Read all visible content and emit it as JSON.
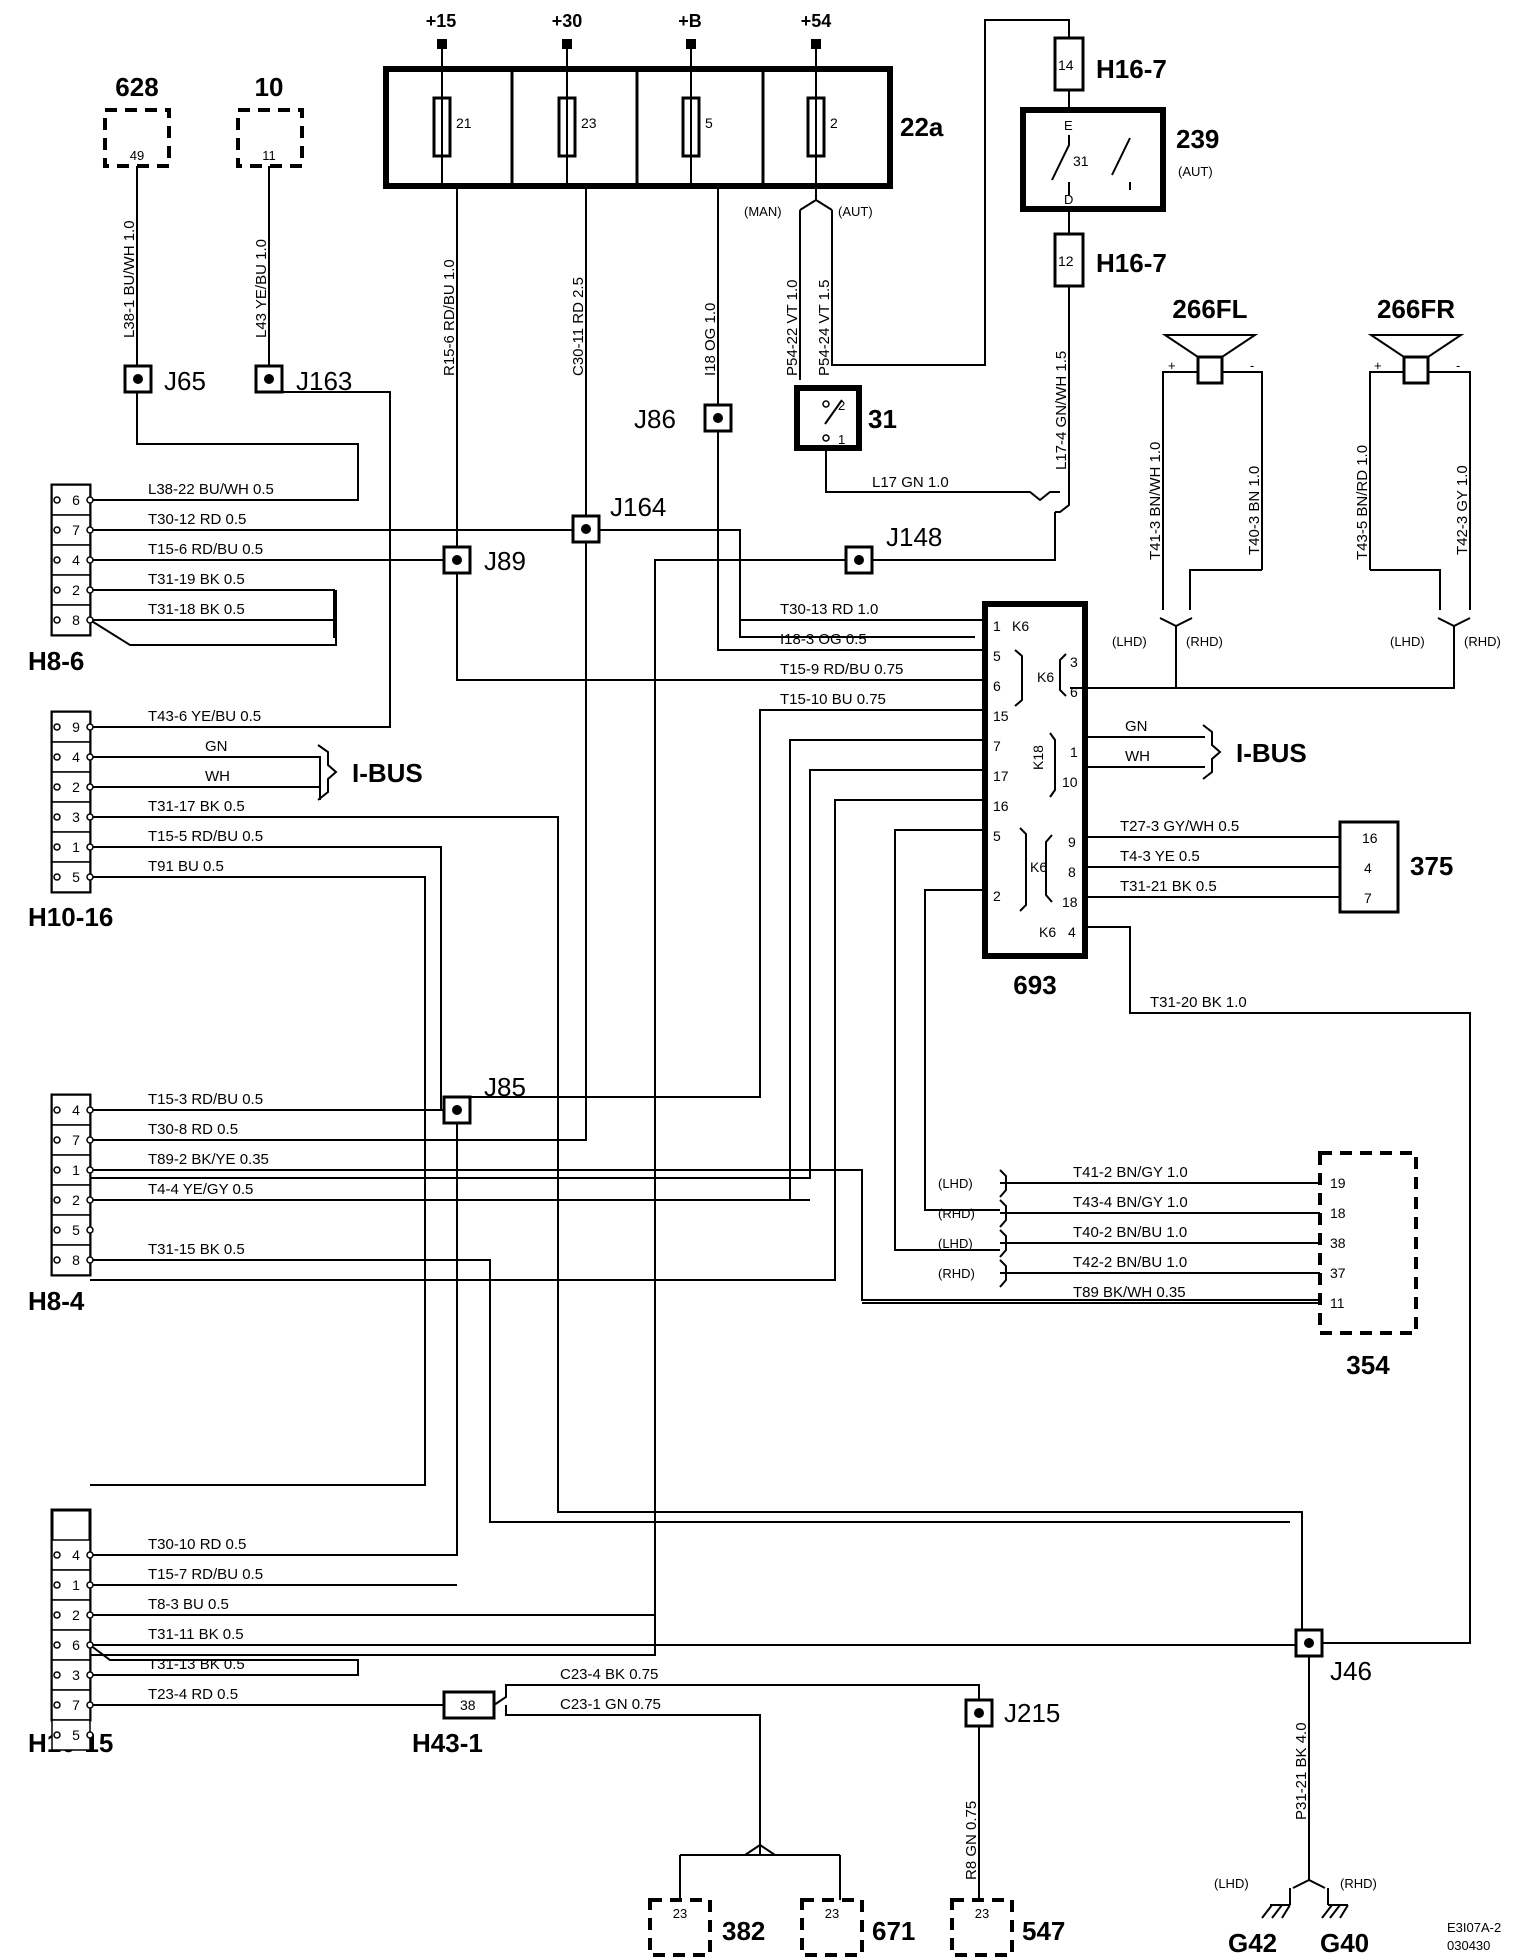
{
  "power": {
    "p15": "+15",
    "p30": "+30",
    "pB": "+B",
    "p54": "+54"
  },
  "fuse_box": {
    "id": "22a",
    "fuses": [
      "21",
      "23",
      "5",
      "2"
    ]
  },
  "switch_239": {
    "id": "239",
    "mode": "(AUT)",
    "pin_e": "E",
    "pin_d": "D",
    "pin_31": "31"
  },
  "connector_h16_7": {
    "name": "H16-7",
    "pin_top": "14",
    "pin_bottom": "12"
  },
  "fuse_labels": {
    "man": "(MAN)",
    "aut": "(AUT)"
  },
  "speakers": {
    "left": "266FL",
    "right": "266FR"
  },
  "switch_31": {
    "id": "31",
    "pin_2": "2",
    "pin_1": "1"
  },
  "top_components": [
    {
      "id": "628",
      "pin": "49"
    },
    {
      "id": "10",
      "pin": "11"
    }
  ],
  "junctions": [
    "J65",
    "J163",
    "J86",
    "J164",
    "J89",
    "J148",
    "J85",
    "J46",
    "J215"
  ],
  "vertical_wires": [
    "L38-1  BU/WH  1.0",
    "L43  YE/BU  1.0",
    "R15-6  RD/BU  1.0",
    "C30-11  RD  2.5",
    "I18  OG  1.0",
    "P54-22  VT  1.0",
    "P54-24  VT  1.5",
    "L17-4  GN/WH  1.5",
    "T41-3  BN/WH  1.0",
    "T40-3  BN  1.0",
    "T43-5  BN/RD  1.0",
    "T42-3  GY  1.0",
    "R8  GN  0.75",
    "P31-21  BK  4.0"
  ],
  "l17_wire": "L17   GN   1.0",
  "h8_6": {
    "name": "H8-6",
    "pins": [
      "6",
      "7",
      "4",
      "2",
      "8"
    ],
    "wires": [
      "L38-22   BU/WH   0.5",
      "T30-12   RD   0.5",
      "T15-6   RD/BU   0.5",
      "T31-19   BK   0.5",
      "T31-18   BK   0.5"
    ]
  },
  "h10_16": {
    "name": "H10-16",
    "pins": [
      "9",
      "4",
      "2",
      "3",
      "1",
      "5"
    ],
    "wires": [
      "T43-6   YE/BU   0.5",
      "GN",
      "WH",
      "T31-17   BK   0.5",
      "T15-5   RD/BU   0.5",
      "T91   BU   0.5"
    ]
  },
  "ibus_label": "I-BUS",
  "ecu": {
    "id": "693",
    "left_pins": [
      "1",
      "5",
      "6",
      "15",
      "7",
      "17",
      "16",
      "5",
      "2"
    ],
    "left_wires": [
      "T30-13   RD   1.0",
      "I18-3   OG   0.5",
      "T15-9   RD/BU   0.75",
      "T15-10   BU   0.75"
    ],
    "right_pins": [
      "3",
      "6",
      "1",
      "10",
      "9",
      "8",
      "18",
      "4"
    ],
    "right_wires": [
      "GN",
      "WH",
      "T27-3   GY/WH   0.5",
      "T4-3   YE   0.5",
      "T31-21   BK   0.5",
      "T31-20   BK   1.0"
    ],
    "connectors": [
      "K6",
      "K6",
      "K18",
      "K6",
      "K6"
    ]
  },
  "speaker_labels": {
    "lhd": "(LHD)",
    "rhd": "(RHD)"
  },
  "connector_375": {
    "id": "375",
    "pins": [
      "16",
      "4",
      "7"
    ]
  },
  "h8_4": {
    "name": "H8-4",
    "pins": [
      "4",
      "7",
      "1",
      "2",
      "5",
      "8"
    ],
    "wires": [
      "T15-3   RD/BU   0.5",
      "T30-8   RD   0.5",
      "T89-2   BK/YE   0.35",
      "T4-4   YE/GY   0.5",
      "T31-15   BK   0.5"
    ]
  },
  "unit_354": {
    "id": "354",
    "pins": [
      "19",
      "18",
      "38",
      "37",
      "11"
    ],
    "variants": [
      "(LHD)",
      "(RHD)",
      "(LHD)",
      "(RHD)"
    ],
    "wires": [
      "T41-2   BN/GY   1.0",
      "T43-4   BN/GY   1.0",
      "T40-2   BN/BU   1.0",
      "T42-2   BN/BU   1.0",
      "T89   BK/WH   0.35"
    ]
  },
  "h10_15": {
    "name": "H10-15",
    "pins": [
      "4",
      "1",
      "2",
      "6",
      "3",
      "7",
      "5"
    ],
    "wires": [
      "T30-10   RD   0.5",
      "T15-7   RD/BU   0.5",
      "T8-3   BU   0.5",
      "T31-11   BK   0.5",
      "T31-13   BK   0.5",
      "T23-4   RD   0.5"
    ]
  },
  "h43_1": {
    "name": "H43-1",
    "pin": "38",
    "wires": [
      "C23-4   BK   0.75",
      "C23-1   GN   0.75"
    ]
  },
  "bottom_components": [
    {
      "id": "382",
      "pin": "23"
    },
    {
      "id": "671",
      "pin": "23"
    },
    {
      "id": "547",
      "pin": "23"
    }
  ],
  "grounds": {
    "left": "G42",
    "right": "G40",
    "lhd": "(LHD)",
    "rhd": "(RHD)"
  },
  "footer": {
    "ref": "E3I07A-2",
    "date": "030430"
  }
}
